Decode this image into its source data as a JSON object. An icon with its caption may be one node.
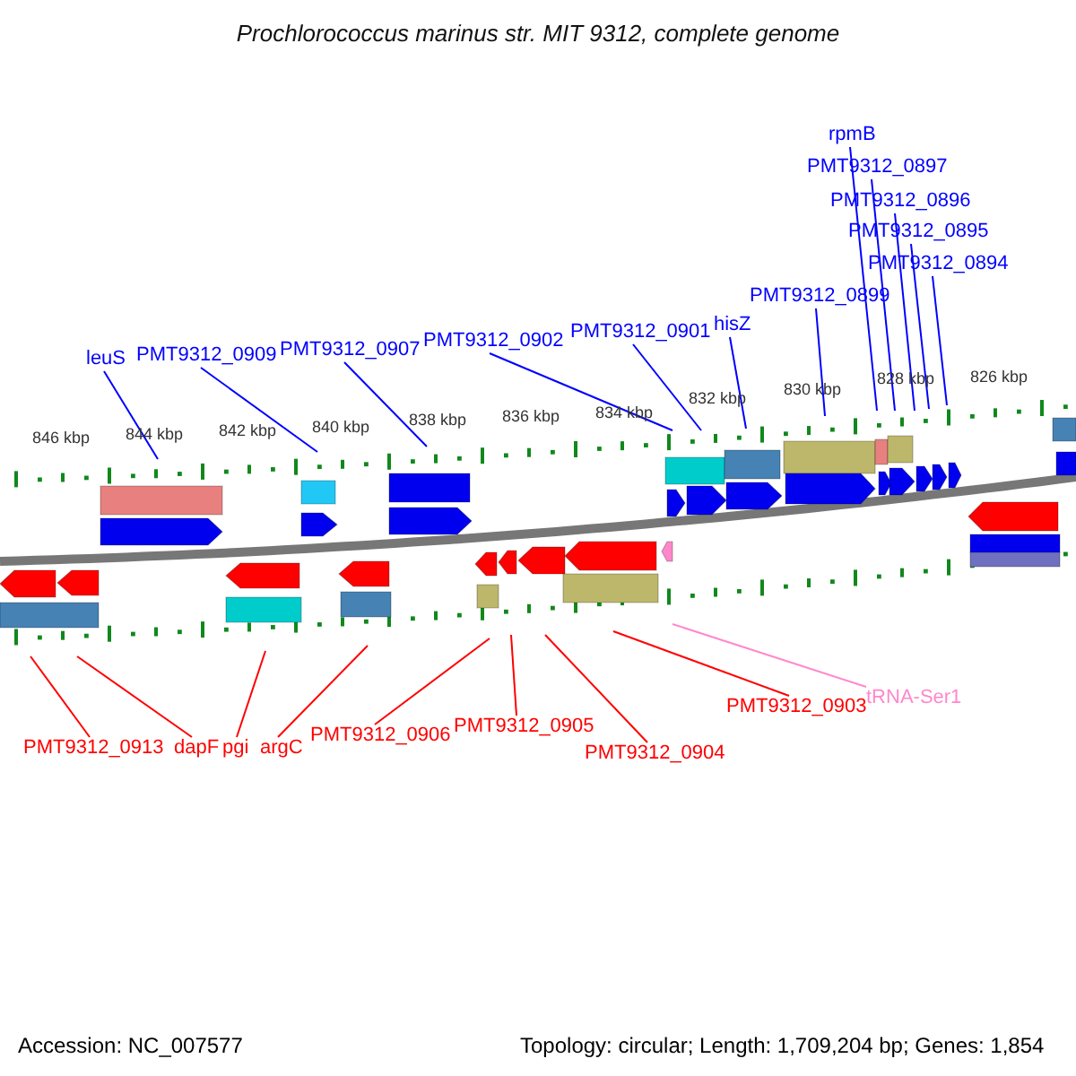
{
  "diagram": {
    "title": "Prochlorococcus marinus str. MIT 9312, complete genome",
    "nodes": [
      {
        "text": [
          "leuS"
        ]
      },
      {
        "text": [
          "PMT9312_0909"
        ]
      },
      {
        "text": [
          "PMT9312_0907"
        ]
      },
      {
        "text": [
          "PMT9312_0902"
        ]
      },
      {
        "text": [
          "PMT9312_0901"
        ]
      },
      {
        "text": [
          "hisZ"
        ]
      },
      {
        "text": [
          "PMT9312_0899"
        ]
      },
      {
        "text": [
          "rpmB"
        ]
      },
      {
        "text": [
          "PMT9312_0897"
        ]
      },
      {
        "text": [
          "PMT9312_0896"
        ]
      },
      {
        "text": [
          "PMT9312_0895"
        ]
      },
      {
        "text": [
          "PMT9312_0894"
        ]
      },
      {
        "text": [
          "PMT9312_0913"
        ]
      },
      {
        "text": [
          "dapF"
        ]
      },
      {
        "text": [
          "pgi"
        ]
      },
      {
        "text": [
          "argC"
        ]
      },
      {
        "text": [
          "PMT9312_0906"
        ]
      },
      {
        "text": [
          "PMT9312_0905"
        ]
      },
      {
        "text": [
          "PMT9312_0904"
        ]
      },
      {
        "text": [
          "PMT9312_0903"
        ]
      },
      {
        "text": [
          "tRNA-Ser1"
        ]
      }
    ],
    "edges": [
      {
        "from": 0,
        "to": null,
        "arrow": "none"
      },
      {
        "from": 1,
        "to": null,
        "arrow": "none"
      },
      {
        "from": 2,
        "to": null,
        "arrow": "none"
      },
      {
        "from": 3,
        "to": null,
        "arrow": "none"
      },
      {
        "from": 4,
        "to": null,
        "arrow": "none"
      },
      {
        "from": 5,
        "to": null,
        "arrow": "none"
      },
      {
        "from": 6,
        "to": null,
        "arrow": "none"
      },
      {
        "from": 7,
        "to": null,
        "arrow": "none"
      },
      {
        "from": 8,
        "to": null,
        "arrow": "none"
      },
      {
        "from": 9,
        "to": null,
        "arrow": "none"
      },
      {
        "from": 10,
        "to": null,
        "arrow": "none"
      },
      {
        "from": 11,
        "to": null,
        "arrow": "none"
      },
      {
        "from": 12,
        "to": null,
        "arrow": "none",
        "color": "#ff0000"
      },
      {
        "from": 13,
        "to": null,
        "arrow": "none",
        "color": "#ff0000"
      },
      {
        "from": 14,
        "to": null,
        "arrow": "none",
        "color": "#ff0000"
      },
      {
        "from": 15,
        "to": null,
        "arrow": "none",
        "color": "#ff0000"
      },
      {
        "from": 16,
        "to": null,
        "arrow": "none",
        "color": "#ff0000"
      },
      {
        "from": 17,
        "to": null,
        "arrow": "none",
        "color": "#ff0000"
      },
      {
        "from": 18,
        "to": null,
        "arrow": "none",
        "color": "#ff0000"
      },
      {
        "from": 19,
        "to": null,
        "arrow": "none",
        "color": "#ff0000"
      },
      {
        "from": 20,
        "to": null,
        "arrow": "none",
        "color": "#ff88cc"
      }
    ],
    "labels": [
      "846 kbp",
      "844 kbp",
      "842 kbp",
      "840 kbp",
      "838 kbp",
      "836 kbp",
      "834 kbp",
      "832 kbp",
      "830 kbp",
      "828 kbp",
      "826 kbp",
      "Accession: NC_007577",
      "Topology: circular; Length: 1,709,204 bp; Genes: 1,854"
    ]
  }
}
